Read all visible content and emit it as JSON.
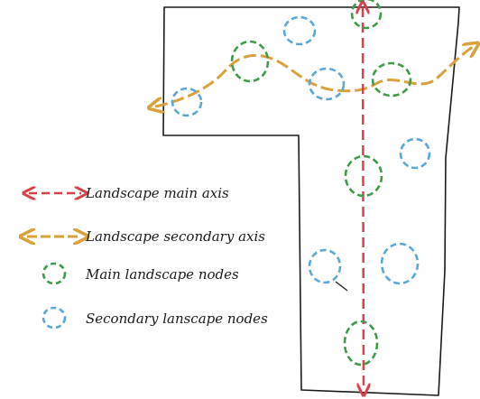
{
  "colors": {
    "outline": "#1a1a1a",
    "main_axis": "#d8404a",
    "secondary_axis": "#d9a13a",
    "main_node": "#3f9a4a",
    "secondary_node": "#5aa8d8",
    "background": "#ffffff"
  },
  "legend": {
    "main_axis_label": "Landscape main axis",
    "secondary_axis_label": "Landscape secondary axis",
    "main_nodes_label": "Main landscape nodes",
    "secondary_nodes_label": "Secondary lanscape nodes"
  }
}
